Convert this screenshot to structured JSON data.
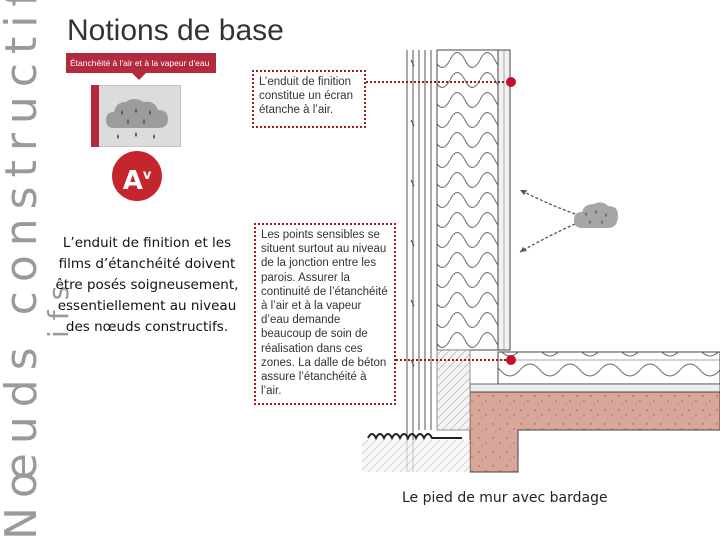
{
  "page": {
    "title": "Notions de base",
    "vertical_text": "Nœuds constructifs",
    "vertical_text_fragment": "ifs",
    "badge": "Étanchéité à l'air et à la vapeur d'eau",
    "classification_icon": {
      "letter": "A",
      "superscript": "v",
      "color": "#c4262e"
    },
    "main_text": "L’enduit de finition et les films d’étanchéité doivent être posés soigneusement, essentiellement au niveau des nœuds constructifs.",
    "note_1": "L’enduit de finition constitue un écran étanche à l’air.",
    "note_2": "Les points sensibles se situent surtout au niveau de la jonction entre les parois. Assurer la continuité de l’étanchéité à l’air et à la vapeur d’eau demande beaucoup de soin de réalisation dans ces zones. La dalle de béton assure l’étanchéité à l’air.",
    "caption": "Le pied de mur avec bardage"
  },
  "colors": {
    "accent_red": "#b3293d",
    "dot_red": "#c8102e",
    "concrete_pink": "#d9a79a"
  },
  "icons": [
    "cloud-drops-icon",
    "air-flow-arrows-icon"
  ]
}
